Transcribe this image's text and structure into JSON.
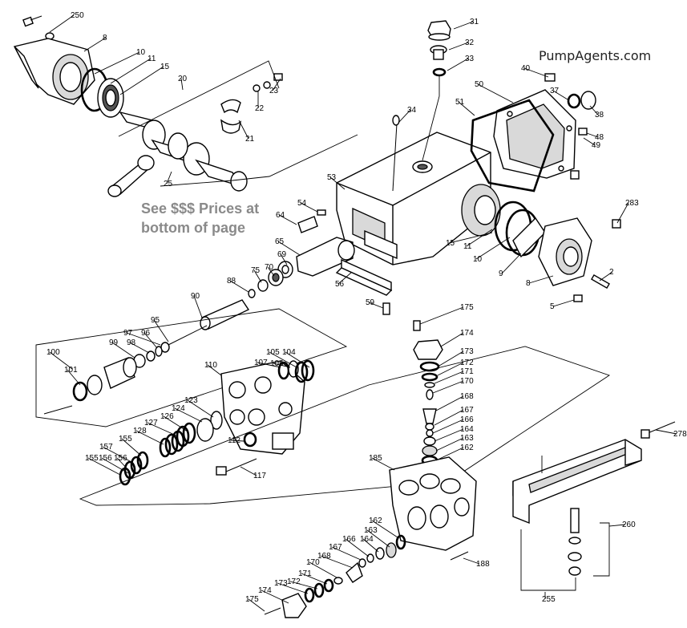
{
  "watermark": "PumpAgents.com",
  "promo": {
    "line1": "See $$$ Prices at",
    "line2": "bottom of page"
  },
  "callouts": [
    "250",
    "8",
    "10",
    "11",
    "15",
    "20",
    "23",
    "22",
    "21",
    "25",
    "31",
    "32",
    "33",
    "34",
    "40",
    "50",
    "51",
    "37",
    "38",
    "48",
    "49",
    "53",
    "54",
    "64",
    "65",
    "69",
    "70",
    "75",
    "88",
    "90",
    "95",
    "97",
    "96",
    "98",
    "99",
    "100",
    "101",
    "110",
    "107",
    "106",
    "105",
    "104",
    "123",
    "124",
    "126",
    "127",
    "128",
    "155",
    "157",
    "156",
    "155",
    "156",
    "112",
    "117",
    "175",
    "174",
    "173",
    "172",
    "171",
    "170",
    "168",
    "167",
    "166",
    "164",
    "163",
    "162",
    "185",
    "162",
    "163",
    "164",
    "166",
    "167",
    "168",
    "170",
    "171",
    "172",
    "173",
    "174",
    "175",
    "188",
    "11",
    "15",
    "10",
    "9",
    "8",
    "2",
    "5",
    "56",
    "59",
    "283",
    "278",
    "260",
    "255"
  ],
  "colors": {
    "ink": "#000000",
    "promo_text": "#8a8a8a",
    "background": "#ffffff"
  }
}
